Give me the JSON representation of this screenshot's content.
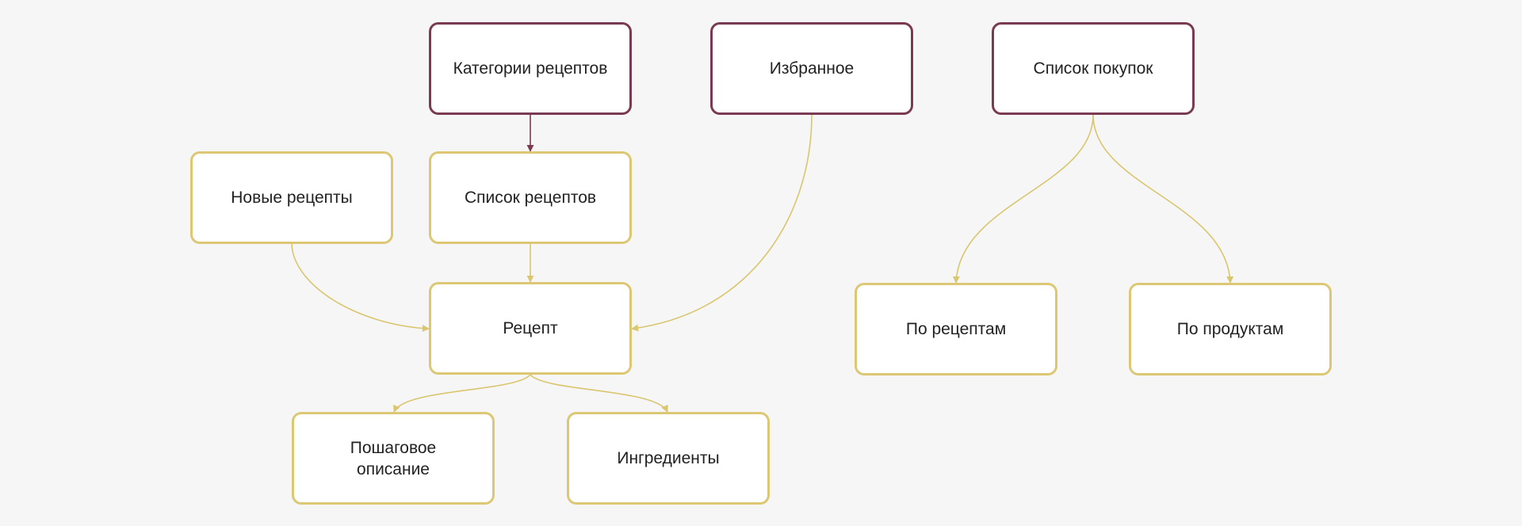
{
  "colors": {
    "background": "#f5f6f5",
    "primary_border": "#7a3b52",
    "secondary_border": "#dcc874",
    "primary_edge": "#7a3b52",
    "secondary_edge": "#d9c66f",
    "text": "#222222"
  },
  "nodes": {
    "categories": "Категории рецептов",
    "favorites": "Избранное",
    "shopping_list": "Список покупок",
    "new_recipes": "Новые рецепты",
    "recipe_list": "Список рецептов",
    "recipe": "Рецепт",
    "by_recipes": "По рецептам",
    "by_products": "По продуктам",
    "steps": "Пошаговое описание",
    "ingredients": "Ингредиенты"
  },
  "edges": [
    {
      "from": "categories",
      "to": "recipe_list",
      "style": "primary"
    },
    {
      "from": "recipe_list",
      "to": "recipe",
      "style": "secondary"
    },
    {
      "from": "new_recipes",
      "to": "recipe",
      "style": "secondary"
    },
    {
      "from": "favorites",
      "to": "recipe",
      "style": "secondary"
    },
    {
      "from": "recipe",
      "to": "steps",
      "style": "secondary"
    },
    {
      "from": "recipe",
      "to": "ingredients",
      "style": "secondary"
    },
    {
      "from": "shopping_list",
      "to": "by_recipes",
      "style": "secondary"
    },
    {
      "from": "shopping_list",
      "to": "by_products",
      "style": "secondary"
    }
  ]
}
